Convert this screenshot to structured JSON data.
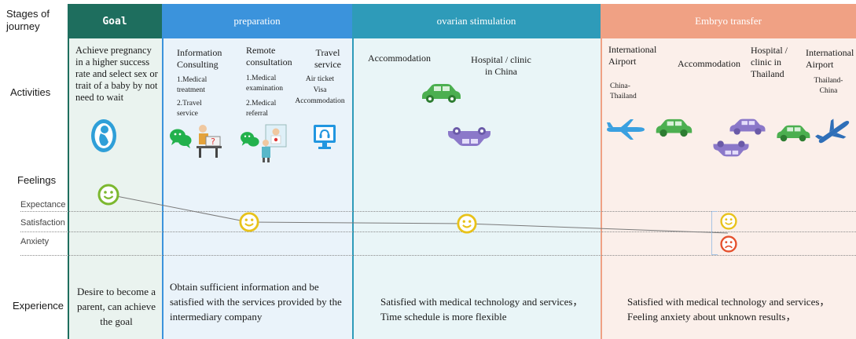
{
  "row_labels": {
    "stages": "Stages of journey",
    "activities": "Activities",
    "feelings": "Feelings",
    "experience": "Experience"
  },
  "feeling_levels": {
    "expectance": "Expectance",
    "satisfaction": "Satisfaction",
    "anxiety": "Anxiety"
  },
  "stages": {
    "goal": "Goal",
    "preparation": "preparation",
    "ovarian": "ovarian stimulation",
    "embryo": "Embryo transfer"
  },
  "colors": {
    "goal": "#1e6e5e",
    "preparation": "#3b93dc",
    "ovarian": "#2e9bb9",
    "embryo": "#f0a184",
    "goal_bg": "#eaf3ef",
    "preparation_bg": "#eaf3fa",
    "ovarian_bg": "#e9f5f7",
    "embryo_bg": "#fbefea",
    "happy_face": "#e8c21a",
    "goal_face": "#7cb82f",
    "sad_face": "#e5502d",
    "car_green": "#4caf50",
    "car_purple": "#8b78c9",
    "plane_blue": "#2f8fd8"
  },
  "activities": {
    "goal_text": "Achieve pregnancy in a higher success rate  and select sex or trait of a baby by not need to wait",
    "info_title": "Information Consulting",
    "info_item1": "1.Medical treatment",
    "info_item2": "2.Travel service",
    "remote_title": "Remote consultation",
    "remote_item1": "1.Medical examination",
    "remote_item2": "2.Medical referral",
    "travel_title": "Travel service",
    "travel_item1": "Air ticket",
    "travel_item2": "Visa",
    "travel_item3": "Accommodation",
    "ov_accommodation": "Accommodation",
    "ov_hospital": "Hospital / clinic in China",
    "et_airport1": "International Airport",
    "et_route1": "China- Thailand",
    "et_accommodation": "Accommodation",
    "et_hospital": "Hospital / clinic in Thailand",
    "et_airport2": "International Airport",
    "et_route2": "Thailand- China"
  },
  "experience": {
    "goal": "Desire to become a parent, can achieve the goal",
    "preparation": "Obtain sufficient information and be satisfied with the services provided by the intermediary company",
    "ovarian": "Satisfied with medical technology and services，Time schedule is more flexible",
    "embryo": "Satisfied with medical technology and services，Feeling anxiety about unknown results，"
  },
  "icons": [
    "fetus-icon",
    "wechat-icon",
    "consultant-desk-icon",
    "doctor-screen-icon",
    "support-monitor-icon",
    "car-icon",
    "airplane-icon",
    "smiley-icon",
    "sad-face-icon"
  ]
}
